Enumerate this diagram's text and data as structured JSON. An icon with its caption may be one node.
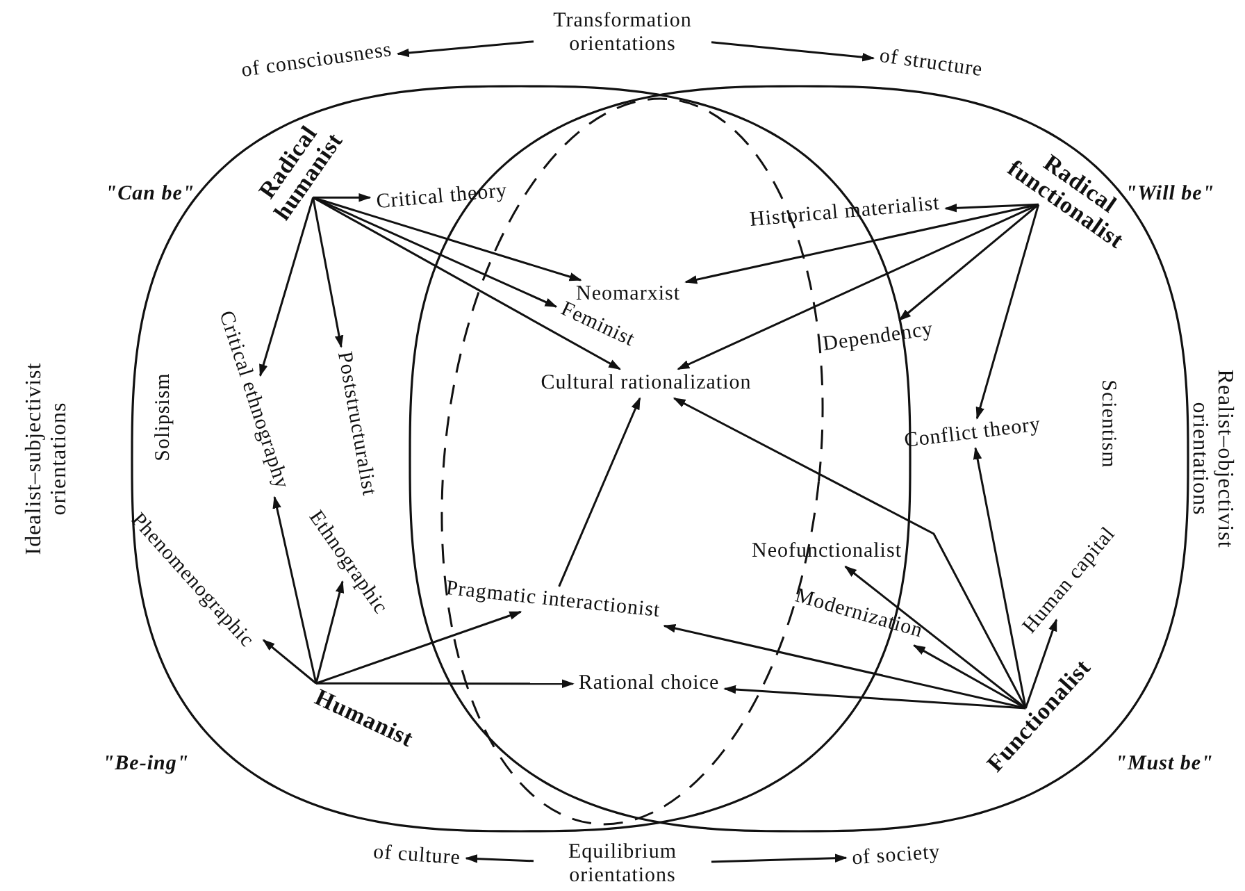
{
  "diagram": {
    "nodes": [
      {
        "text": [
          "Radical humanist"
        ]
      },
      {
        "text": [
          "Critical theory"
        ]
      },
      {
        "text": [
          "Neomarxist"
        ]
      },
      {
        "text": [
          "Feminist"
        ]
      },
      {
        "text": [
          "Cultural rationalization"
        ]
      },
      {
        "text": [
          "Critical ethnography"
        ]
      },
      {
        "text": [
          "Poststructuralist"
        ]
      },
      {
        "text": [
          "Radical functionalist"
        ]
      },
      {
        "text": [
          "Historical materialist"
        ]
      },
      {
        "text": [
          "Dependency"
        ]
      },
      {
        "text": [
          "Conflict theory"
        ]
      },
      {
        "text": [
          "Humanist"
        ]
      },
      {
        "text": [
          "Phenomenographic"
        ]
      },
      {
        "text": [
          "Ethnographic"
        ]
      },
      {
        "text": [
          "Pragmatic interactionist"
        ]
      },
      {
        "text": [
          "Rational choice"
        ]
      },
      {
        "text": [
          "Functionalist"
        ]
      },
      {
        "text": [
          "Neofunctionalist"
        ]
      },
      {
        "text": [
          "Modernization"
        ]
      },
      {
        "text": [
          "Human capital"
        ]
      },
      {
        "text": [
          "Transformation orientations"
        ]
      },
      {
        "text": [
          "of consciousness"
        ]
      },
      {
        "text": [
          "of structure"
        ]
      },
      {
        "text": [
          "Equilibrium orientations"
        ]
      },
      {
        "text": [
          "of culture"
        ]
      },
      {
        "text": [
          "of society"
        ]
      }
    ],
    "edges": [
      {
        "from": 0,
        "to": 1,
        "arrow": "to"
      },
      {
        "from": 0,
        "to": 2,
        "arrow": "to"
      },
      {
        "from": 0,
        "to": 3,
        "arrow": "to"
      },
      {
        "from": 0,
        "to": 4,
        "arrow": "to"
      },
      {
        "from": 0,
        "to": 5,
        "arrow": "to"
      },
      {
        "from": 0,
        "to": 6,
        "arrow": "to"
      },
      {
        "from": 7,
        "to": 2,
        "arrow": "to"
      },
      {
        "from": 7,
        "to": 8,
        "arrow": "to"
      },
      {
        "from": 7,
        "to": 9,
        "arrow": "to"
      },
      {
        "from": 7,
        "to": 4,
        "arrow": "to"
      },
      {
        "from": 7,
        "to": 10,
        "arrow": "to"
      },
      {
        "from": 11,
        "to": 12,
        "arrow": "to"
      },
      {
        "from": 11,
        "to": 5,
        "arrow": "to"
      },
      {
        "from": 11,
        "to": 14,
        "arrow": "to"
      },
      {
        "from": 11,
        "to": 13,
        "arrow": "to"
      },
      {
        "from": 11,
        "to": 15,
        "arrow": "to"
      },
      {
        "from": 14,
        "to": 4,
        "arrow": "to"
      },
      {
        "from": 16,
        "to": 10,
        "arrow": "to"
      },
      {
        "from": 16,
        "to": 19,
        "arrow": "to"
      },
      {
        "from": 16,
        "to": 17,
        "arrow": "to"
      },
      {
        "from": 16,
        "to": 4,
        "arrow": "to"
      },
      {
        "from": 16,
        "to": 18,
        "arrow": "to"
      },
      {
        "from": 16,
        "to": 14,
        "arrow": "to"
      },
      {
        "from": 16,
        "to": 15,
        "arrow": "to"
      },
      {
        "from": 20,
        "to": 21,
        "arrow": "to"
      },
      {
        "from": 20,
        "to": 22,
        "arrow": "to"
      },
      {
        "from": 23,
        "to": 24,
        "arrow": "to"
      },
      {
        "from": 23,
        "to": 25,
        "arrow": "to"
      }
    ],
    "labels": [
      "\"Can be\"",
      "\"Will be\"",
      "\"Be-ing\"",
      "\"Must be\"",
      "Idealist–subjectivist orientations",
      "Realist–objectivist orientations",
      "Solipsism",
      "Scientism"
    ]
  }
}
